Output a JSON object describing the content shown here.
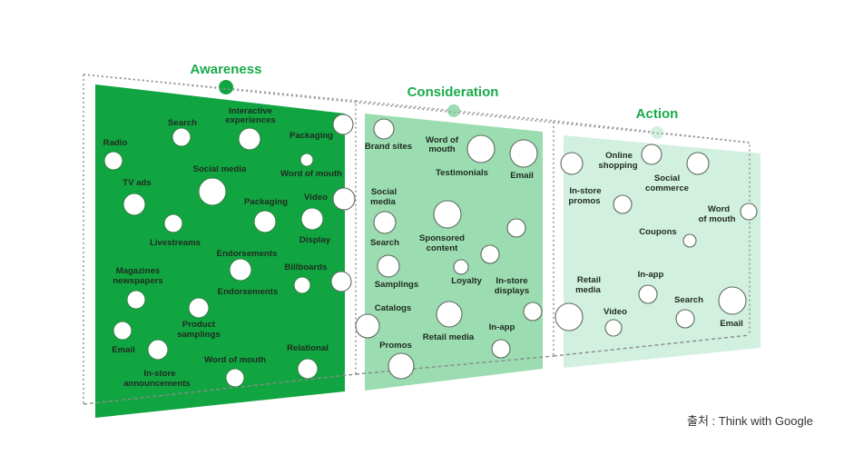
{
  "source": "출처 : Think with Google",
  "colors": {
    "awareness": "#11a541",
    "consideration": "#9bdcb0",
    "action": "#d2f0e0",
    "title": "#1aab4b"
  },
  "stages": [
    {
      "id": "awareness",
      "title": "Awareness",
      "labels": [
        "Search",
        "Interactive",
        "experiences",
        "Packaging",
        "Radio",
        "Word of mouth",
        "TV ads",
        "Social media",
        "Packaging",
        "Video",
        "Livestreams",
        "Display",
        "Endorsements",
        "Billboards",
        "Magazines",
        "newspapers",
        "Endorsements",
        "Product",
        "samplings",
        "Email",
        "Relational",
        "Word of mouth",
        "In-store",
        "announcements"
      ]
    },
    {
      "id": "consideration",
      "title": "Consideration",
      "labels": [
        "Brand sites",
        "Word of",
        "mouth",
        "Testimonials",
        "Email",
        "Social",
        "media",
        "Search",
        "Sponsored",
        "content",
        "Loyalty",
        "In-store",
        "displays",
        "Samplings",
        "Catalogs",
        "Retail media",
        "In-app",
        "Promos"
      ]
    },
    {
      "id": "action",
      "title": "Action",
      "labels": [
        "Online",
        "shopping",
        "In-store",
        "promos",
        "Social",
        "commerce",
        "Word",
        "of mouth",
        "Coupons",
        "Retail",
        "media",
        "In-app",
        "Search",
        "Video",
        "Email"
      ]
    }
  ]
}
